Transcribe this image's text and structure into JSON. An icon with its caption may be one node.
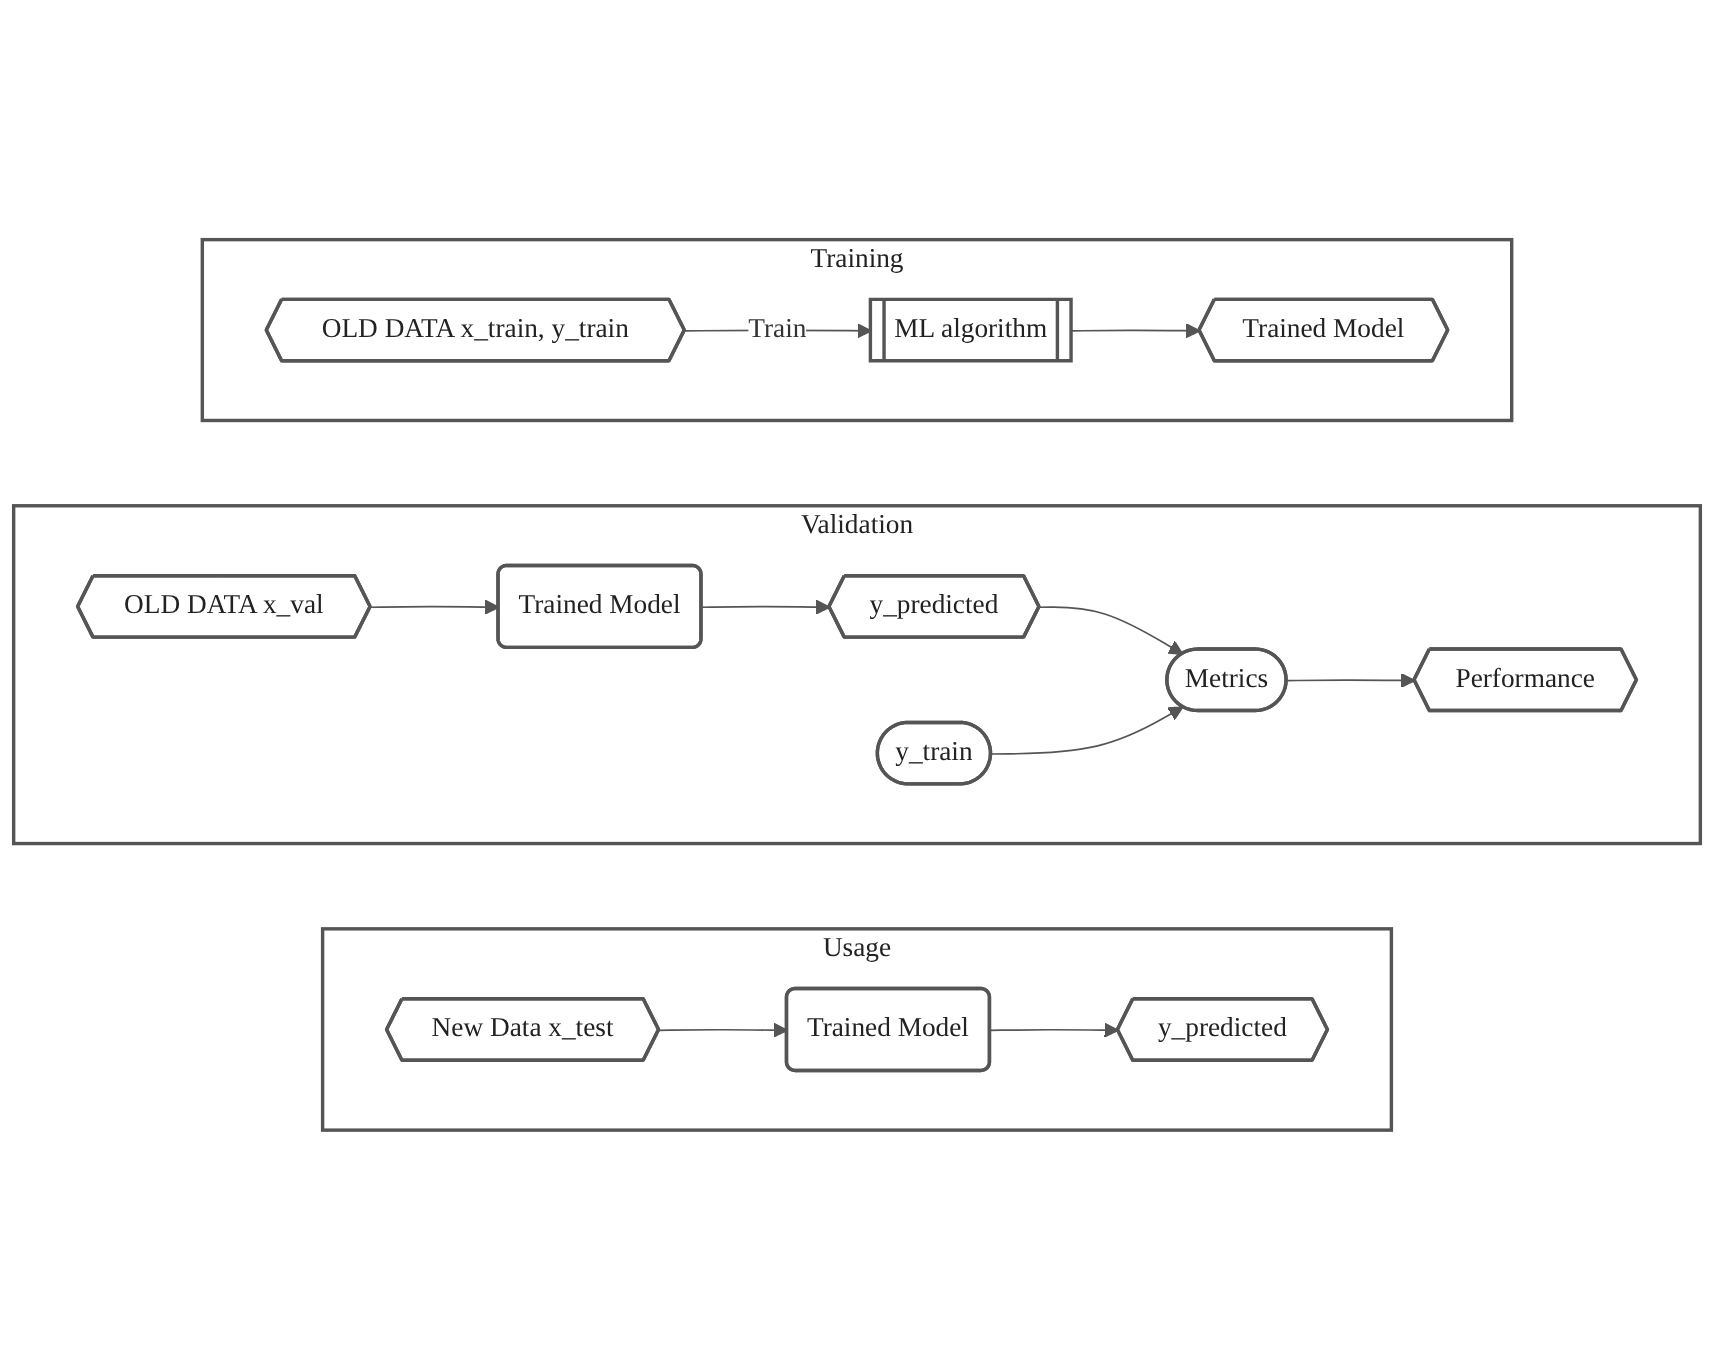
{
  "diagram": {
    "nodes": [
      {
        "text": [
          "Training"
        ]
      },
      {
        "text": [
          "OLD DATA x_train, y_train"
        ],
        "in": 0
      },
      {
        "text": [
          "ML algorithm"
        ],
        "in": 0
      },
      {
        "text": [
          "Trained Model"
        ],
        "in": 0
      },
      {
        "text": [
          "Validation"
        ]
      },
      {
        "text": [
          "OLD DATA x_val"
        ],
        "in": 4
      },
      {
        "text": [
          "Trained Model"
        ],
        "in": 4
      },
      {
        "text": [
          "y_predicted"
        ],
        "in": 4
      },
      {
        "text": [
          "Metrics"
        ],
        "in": 4
      },
      {
        "text": [
          "Performance"
        ],
        "in": 4
      },
      {
        "text": [
          "y_train"
        ],
        "in": 4
      },
      {
        "text": [
          "Usage"
        ]
      },
      {
        "text": [
          "New Data x_test"
        ],
        "in": 11
      },
      {
        "text": [
          "Trained Model"
        ],
        "in": 11
      },
      {
        "text": [
          "y_predicted"
        ],
        "in": 11
      }
    ],
    "edges": [
      {
        "from": 1,
        "to": 2,
        "arrow": "to",
        "label": "Train"
      },
      {
        "from": 2,
        "to": 3,
        "arrow": "to"
      },
      {
        "from": 5,
        "to": 6,
        "arrow": "to"
      },
      {
        "from": 6,
        "to": 7,
        "arrow": "to"
      },
      {
        "from": 7,
        "to": 8,
        "arrow": "to"
      },
      {
        "from": 8,
        "to": 9,
        "arrow": "to"
      },
      {
        "from": 10,
        "to": 8,
        "arrow": "to"
      },
      {
        "from": 12,
        "to": 13,
        "arrow": "to"
      },
      {
        "from": 13,
        "to": 14,
        "arrow": "to"
      }
    ]
  }
}
